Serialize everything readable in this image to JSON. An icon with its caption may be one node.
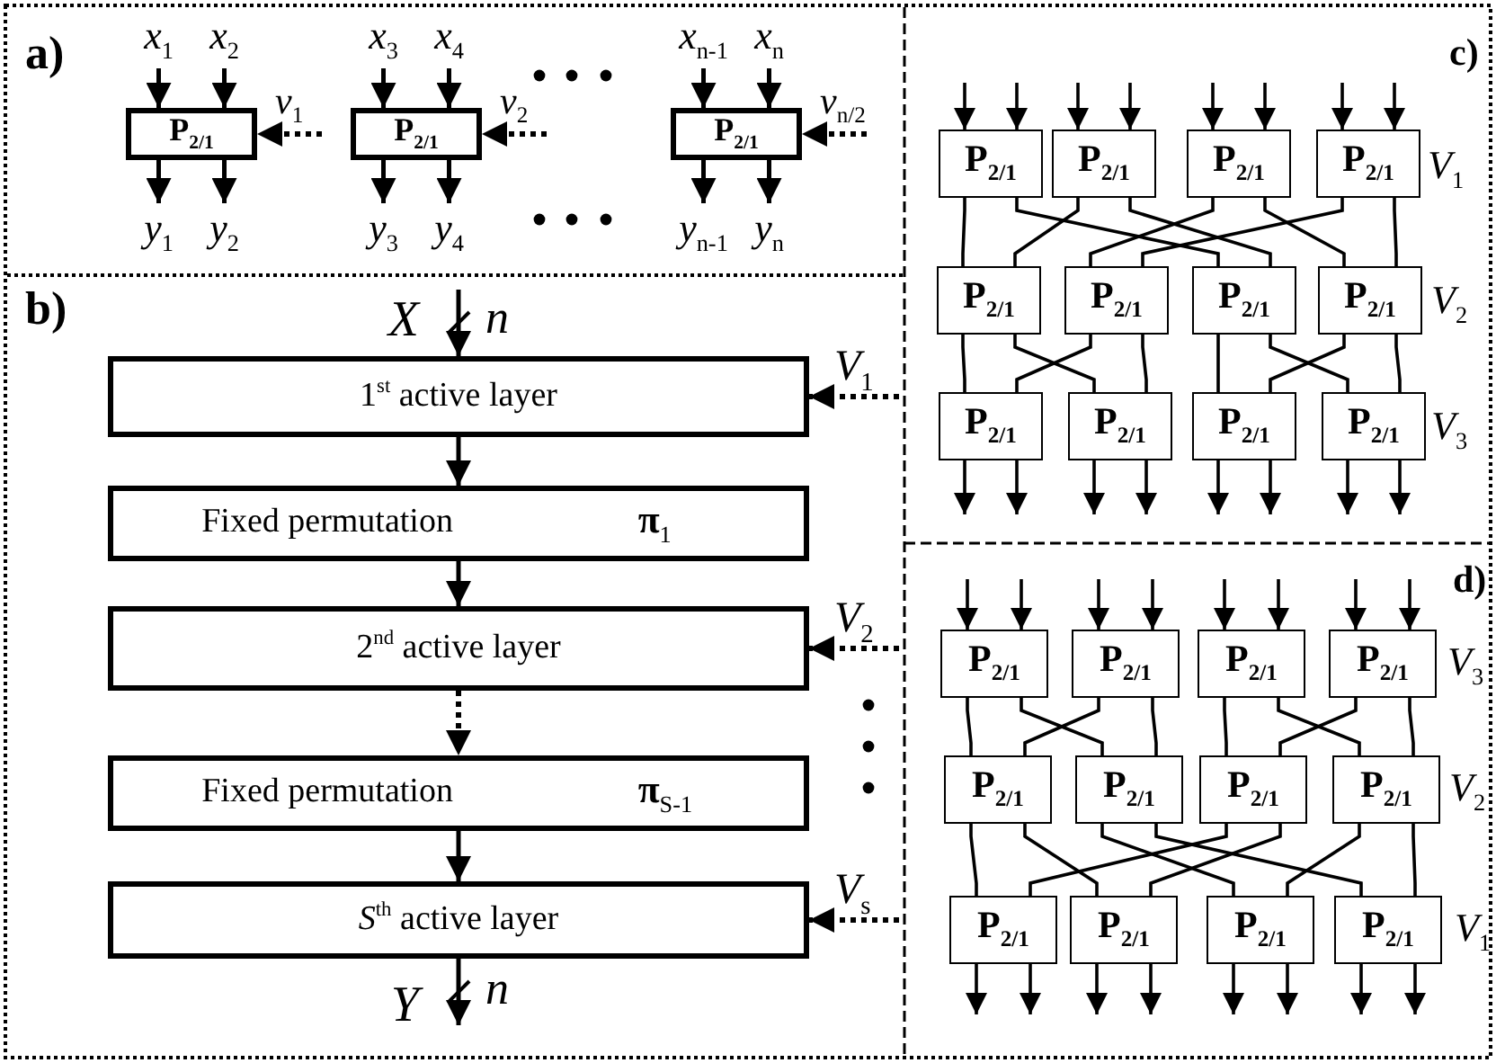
{
  "diagram": {
    "nodes": [
      {
        "text": [
          "P$_{2/1}$"
        ]
      },
      {
        "text": [
          "P$_{2/1}$"
        ]
      },
      {
        "text": [
          "P$_{2/1}$"
        ]
      },
      {
        "text": [
          "1$^{st}$ active layer"
        ]
      },
      {
        "text": [
          "Fixed permutation",
          "**π**$_{1}$"
        ]
      },
      {
        "text": [
          "2$^{nd}$ active layer"
        ]
      },
      {
        "text": [
          "Fixed permutation",
          "**π**$_{S-1}$"
        ]
      },
      {
        "text": [
          "*S*$^{th}$ active layer"
        ]
      },
      {
        "text": [
          "P$_{2/1}$"
        ]
      },
      {
        "text": [
          "P$_{2/1}$"
        ]
      },
      {
        "text": [
          "P$_{2/1}$"
        ]
      },
      {
        "text": [
          "P$_{2/1}$"
        ]
      },
      {
        "text": [
          "P$_{2/1}$"
        ]
      },
      {
        "text": [
          "P$_{2/1}$"
        ]
      },
      {
        "text": [
          "P$_{2/1}$"
        ]
      },
      {
        "text": [
          "P$_{2/1}$"
        ]
      },
      {
        "text": [
          "P$_{2/1}$"
        ]
      },
      {
        "text": [
          "P$_{2/1}$"
        ]
      },
      {
        "text": [
          "P$_{2/1}$"
        ]
      },
      {
        "text": [
          "P$_{2/1}$"
        ]
      },
      {
        "text": [
          "P$_{2/1}$"
        ]
      },
      {
        "text": [
          "P$_{2/1}$"
        ]
      },
      {
        "text": [
          "P$_{2/1}$"
        ]
      },
      {
        "text": [
          "P$_{2/1}$"
        ]
      },
      {
        "text": [
          "P$_{2/1}$"
        ]
      },
      {
        "text": [
          "P$_{2/1}$"
        ]
      },
      {
        "text": [
          "P$_{2/1}$"
        ]
      },
      {
        "text": [
          "P$_{2/1}$"
        ]
      },
      {
        "text": [
          "P$_{2/1}$"
        ]
      },
      {
        "text": [
          "P$_{2/1}$"
        ]
      },
      {
        "text": [
          "P$_{2/1}$"
        ]
      },
      {
        "text": [
          "P$_{2/1}$"
        ]
      }
    ],
    "edges": [
      {
        "from": null,
        "to": 0,
        "arrow": "to",
        "label": "x$_{1}$"
      },
      {
        "from": null,
        "to": 0,
        "arrow": "to",
        "label": "x$_{2}$"
      },
      {
        "from": null,
        "to": 1,
        "arrow": "to",
        "label": "x$_{3}$"
      },
      {
        "from": null,
        "to": 1,
        "arrow": "to",
        "label": "x$_{4}$"
      },
      {
        "from": null,
        "to": 2,
        "arrow": "to",
        "label": "x$_{n-1}$"
      },
      {
        "from": null,
        "to": 2,
        "arrow": "to",
        "label": "x$_{n}$"
      },
      {
        "from": 0,
        "to": null,
        "arrow": "to",
        "label": "y$_{1}$"
      },
      {
        "from": 0,
        "to": null,
        "arrow": "to",
        "label": "y$_{2}$"
      },
      {
        "from": 1,
        "to": null,
        "arrow": "to",
        "label": "y$_{3}$"
      },
      {
        "from": 1,
        "to": null,
        "arrow": "to",
        "label": "y$_{4}$"
      },
      {
        "from": 2,
        "to": null,
        "arrow": "to",
        "label": "y$_{n-1}$"
      },
      {
        "from": 2,
        "to": null,
        "arrow": "to",
        "label": "y$_{n}$"
      },
      {
        "from": null,
        "to": 0,
        "arrow": "to",
        "label": "v$_{1}$",
        "style": "dashed"
      },
      {
        "from": null,
        "to": 1,
        "arrow": "to",
        "label": "v$_{2}$",
        "style": "dashed"
      },
      {
        "from": null,
        "to": 2,
        "arrow": "to",
        "label": "v$_{n/2}$",
        "style": "dashed"
      },
      {
        "from": null,
        "to": 3,
        "arrow": "to",
        "label": "X"
      },
      {
        "from": 3,
        "to": 4,
        "arrow": "to"
      },
      {
        "from": 4,
        "to": 5,
        "arrow": "to"
      },
      {
        "from": 5,
        "to": 6,
        "arrow": "to",
        "style": "dashed"
      },
      {
        "from": 6,
        "to": 7,
        "arrow": "to"
      },
      {
        "from": 7,
        "to": null,
        "arrow": "to",
        "label": "Y"
      },
      {
        "from": null,
        "to": 3,
        "arrow": "to",
        "label": "V$_{1}$",
        "style": "dashed"
      },
      {
        "from": null,
        "to": 5,
        "arrow": "to",
        "label": "V$_{2}$",
        "style": "dashed"
      },
      {
        "from": null,
        "to": 7,
        "arrow": "to",
        "label": "V$_{s}$",
        "style": "dashed"
      },
      {
        "from": null,
        "to": 8,
        "arrow": "to"
      },
      {
        "from": null,
        "to": 8,
        "arrow": "to"
      },
      {
        "from": null,
        "to": 9,
        "arrow": "to"
      },
      {
        "from": null,
        "to": 9,
        "arrow": "to"
      },
      {
        "from": null,
        "to": 10,
        "arrow": "to"
      },
      {
        "from": null,
        "to": 10,
        "arrow": "to"
      },
      {
        "from": null,
        "to": 11,
        "arrow": "to"
      },
      {
        "from": null,
        "to": 11,
        "arrow": "to"
      },
      {
        "from": 8,
        "to": 12,
        "arrow": "none"
      },
      {
        "from": 8,
        "to": 14,
        "arrow": "none"
      },
      {
        "from": 9,
        "to": 12,
        "arrow": "none"
      },
      {
        "from": 9,
        "to": 14,
        "arrow": "none"
      },
      {
        "from": 10,
        "to": 13,
        "arrow": "none"
      },
      {
        "from": 10,
        "to": 15,
        "arrow": "none"
      },
      {
        "from": 11,
        "to": 13,
        "arrow": "none"
      },
      {
        "from": 11,
        "to": 15,
        "arrow": "none"
      },
      {
        "from": 12,
        "to": 16,
        "arrow": "none"
      },
      {
        "from": 12,
        "to": 17,
        "arrow": "none"
      },
      {
        "from": 13,
        "to": 16,
        "arrow": "none"
      },
      {
        "from": 13,
        "to": 17,
        "arrow": "none"
      },
      {
        "from": 14,
        "to": 18,
        "arrow": "none"
      },
      {
        "from": 14,
        "to": 19,
        "arrow": "none"
      },
      {
        "from": 15,
        "to": 18,
        "arrow": "none"
      },
      {
        "from": 15,
        "to": 19,
        "arrow": "none"
      },
      {
        "from": 16,
        "to": null,
        "arrow": "to"
      },
      {
        "from": 16,
        "to": null,
        "arrow": "to"
      },
      {
        "from": 17,
        "to": null,
        "arrow": "to"
      },
      {
        "from": 17,
        "to": null,
        "arrow": "to"
      },
      {
        "from": 18,
        "to": null,
        "arrow": "to"
      },
      {
        "from": 18,
        "to": null,
        "arrow": "to"
      },
      {
        "from": 19,
        "to": null,
        "arrow": "to"
      },
      {
        "from": 19,
        "to": null,
        "arrow": "to"
      },
      {
        "from": null,
        "to": 20,
        "arrow": "to"
      },
      {
        "from": null,
        "to": 20,
        "arrow": "to"
      },
      {
        "from": null,
        "to": 21,
        "arrow": "to"
      },
      {
        "from": null,
        "to": 21,
        "arrow": "to"
      },
      {
        "from": null,
        "to": 22,
        "arrow": "to"
      },
      {
        "from": null,
        "to": 22,
        "arrow": "to"
      },
      {
        "from": null,
        "to": 23,
        "arrow": "to"
      },
      {
        "from": null,
        "to": 23,
        "arrow": "to"
      },
      {
        "from": 20,
        "to": 24,
        "arrow": "none"
      },
      {
        "from": 20,
        "to": 25,
        "arrow": "none"
      },
      {
        "from": 21,
        "to": 24,
        "arrow": "none"
      },
      {
        "from": 21,
        "to": 25,
        "arrow": "none"
      },
      {
        "from": 22,
        "to": 26,
        "arrow": "none"
      },
      {
        "from": 22,
        "to": 27,
        "arrow": "none"
      },
      {
        "from": 23,
        "to": 26,
        "arrow": "none"
      },
      {
        "from": 23,
        "to": 27,
        "arrow": "none"
      },
      {
        "from": 24,
        "to": 28,
        "arrow": "none"
      },
      {
        "from": 24,
        "to": 29,
        "arrow": "none"
      },
      {
        "from": 25,
        "to": 30,
        "arrow": "none"
      },
      {
        "from": 25,
        "to": 31,
        "arrow": "none"
      },
      {
        "from": 26,
        "to": 28,
        "arrow": "none"
      },
      {
        "from": 26,
        "to": 29,
        "arrow": "none"
      },
      {
        "from": 27,
        "to": 30,
        "arrow": "none"
      },
      {
        "from": 27,
        "to": 31,
        "arrow": "none"
      },
      {
        "from": 28,
        "to": null,
        "arrow": "to"
      },
      {
        "from": 28,
        "to": null,
        "arrow": "to"
      },
      {
        "from": 29,
        "to": null,
        "arrow": "to"
      },
      {
        "from": 29,
        "to": null,
        "arrow": "to"
      },
      {
        "from": 30,
        "to": null,
        "arrow": "to"
      },
      {
        "from": 30,
        "to": null,
        "arrow": "to"
      },
      {
        "from": 31,
        "to": null,
        "arrow": "to"
      },
      {
        "from": 31,
        "to": null,
        "arrow": "to"
      }
    ],
    "labels": [
      "a)",
      "c)",
      "V$_{1}$",
      "b)",
      "n",
      "V$_{2}$",
      "V$_{3}$",
      "d)",
      "V$_{3}$",
      "V$_{2}$",
      "V$_{1}$",
      "n"
    ]
  }
}
